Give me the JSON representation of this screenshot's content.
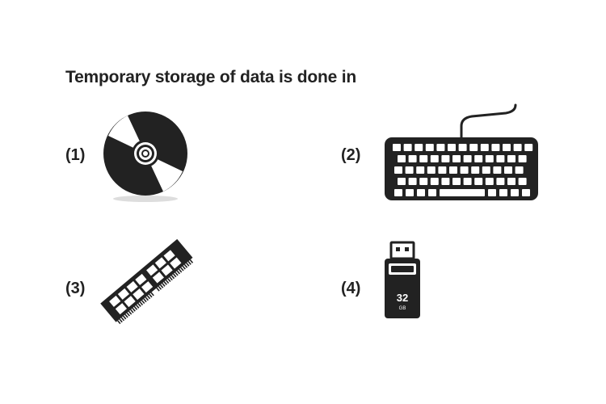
{
  "question": {
    "text": "Temporary storage of data is done in"
  },
  "options": [
    {
      "label": "(1)",
      "icon": "cd-icon"
    },
    {
      "label": "(2)",
      "icon": "keyboard-icon"
    },
    {
      "label": "(3)",
      "icon": "ram-module-icon"
    },
    {
      "label": "(4)",
      "icon": "usb-drive-icon",
      "drive_capacity": "32",
      "drive_unit": "GB"
    }
  ],
  "colors": {
    "ink": "#222222",
    "background": "#ffffff"
  }
}
